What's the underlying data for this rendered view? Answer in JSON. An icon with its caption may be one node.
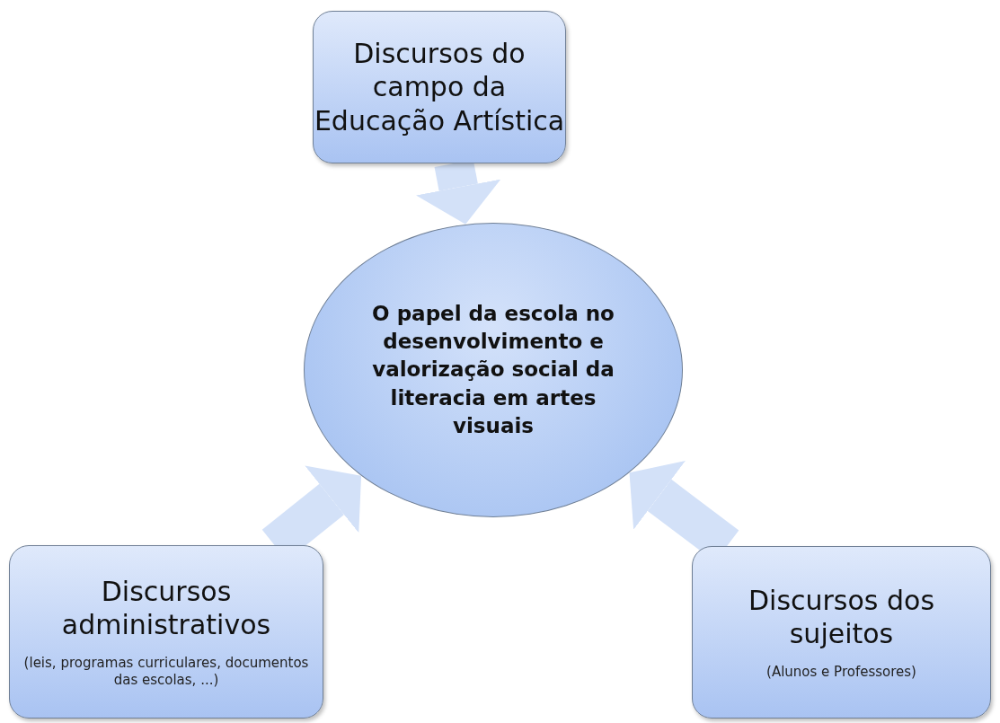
{
  "diagram": {
    "nodes": [
      {
        "text": [
          "Discursos do campo da Educação Artística"
        ]
      },
      {
        "text": [
          "O papel da escola no desenvolvimento e valorização social da literacia em artes visuais"
        ]
      },
      {
        "text": [
          "Discursos administrativos",
          "(leis, programas curriculares, documentos das escolas, ...)"
        ]
      },
      {
        "text": [
          "Discursos dos sujeitos",
          "(Alunos e Professores)"
        ]
      }
    ],
    "edges": [
      {
        "from": 0,
        "to": 1,
        "arrow": "to"
      },
      {
        "from": 2,
        "to": 1,
        "arrow": "to"
      },
      {
        "from": 3,
        "to": 1,
        "arrow": "to"
      }
    ]
  }
}
